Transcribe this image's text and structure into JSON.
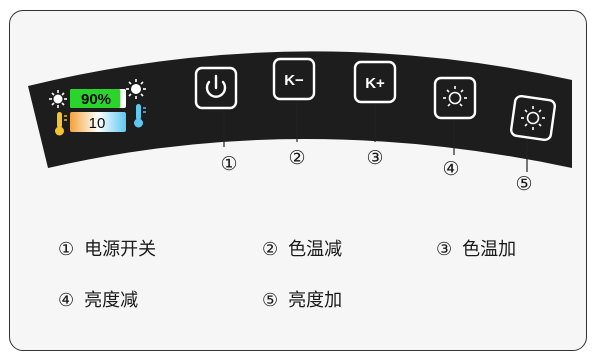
{
  "display": {
    "brightness_text": "90%",
    "color_temp_text": "10",
    "brightness_level": 0.9,
    "color_temp_level": 0.5
  },
  "buttons": [
    {
      "label": "",
      "icon": "power-icon"
    },
    {
      "label": "K−",
      "icon": ""
    },
    {
      "label": "K+",
      "icon": ""
    },
    {
      "label": "",
      "icon": "sun-outline-icon"
    },
    {
      "label": "",
      "icon": "sun-bright-icon"
    }
  ],
  "callouts": [
    "①",
    "②",
    "③",
    "④",
    "⑤"
  ],
  "legend": [
    {
      "num": "①",
      "text": "电源开关"
    },
    {
      "num": "②",
      "text": "色温减"
    },
    {
      "num": "③",
      "text": "色温加"
    },
    {
      "num": "④",
      "text": "亮度减"
    },
    {
      "num": "⑤",
      "text": "亮度加"
    }
  ],
  "colors": {
    "panel": "#1d1d1d",
    "button_border": "#ffffff",
    "brightness_fill": "#2ad42a",
    "temp_warm": "#f2a23a",
    "temp_cool": "#5ec8f0",
    "sun": "#f4c430"
  }
}
